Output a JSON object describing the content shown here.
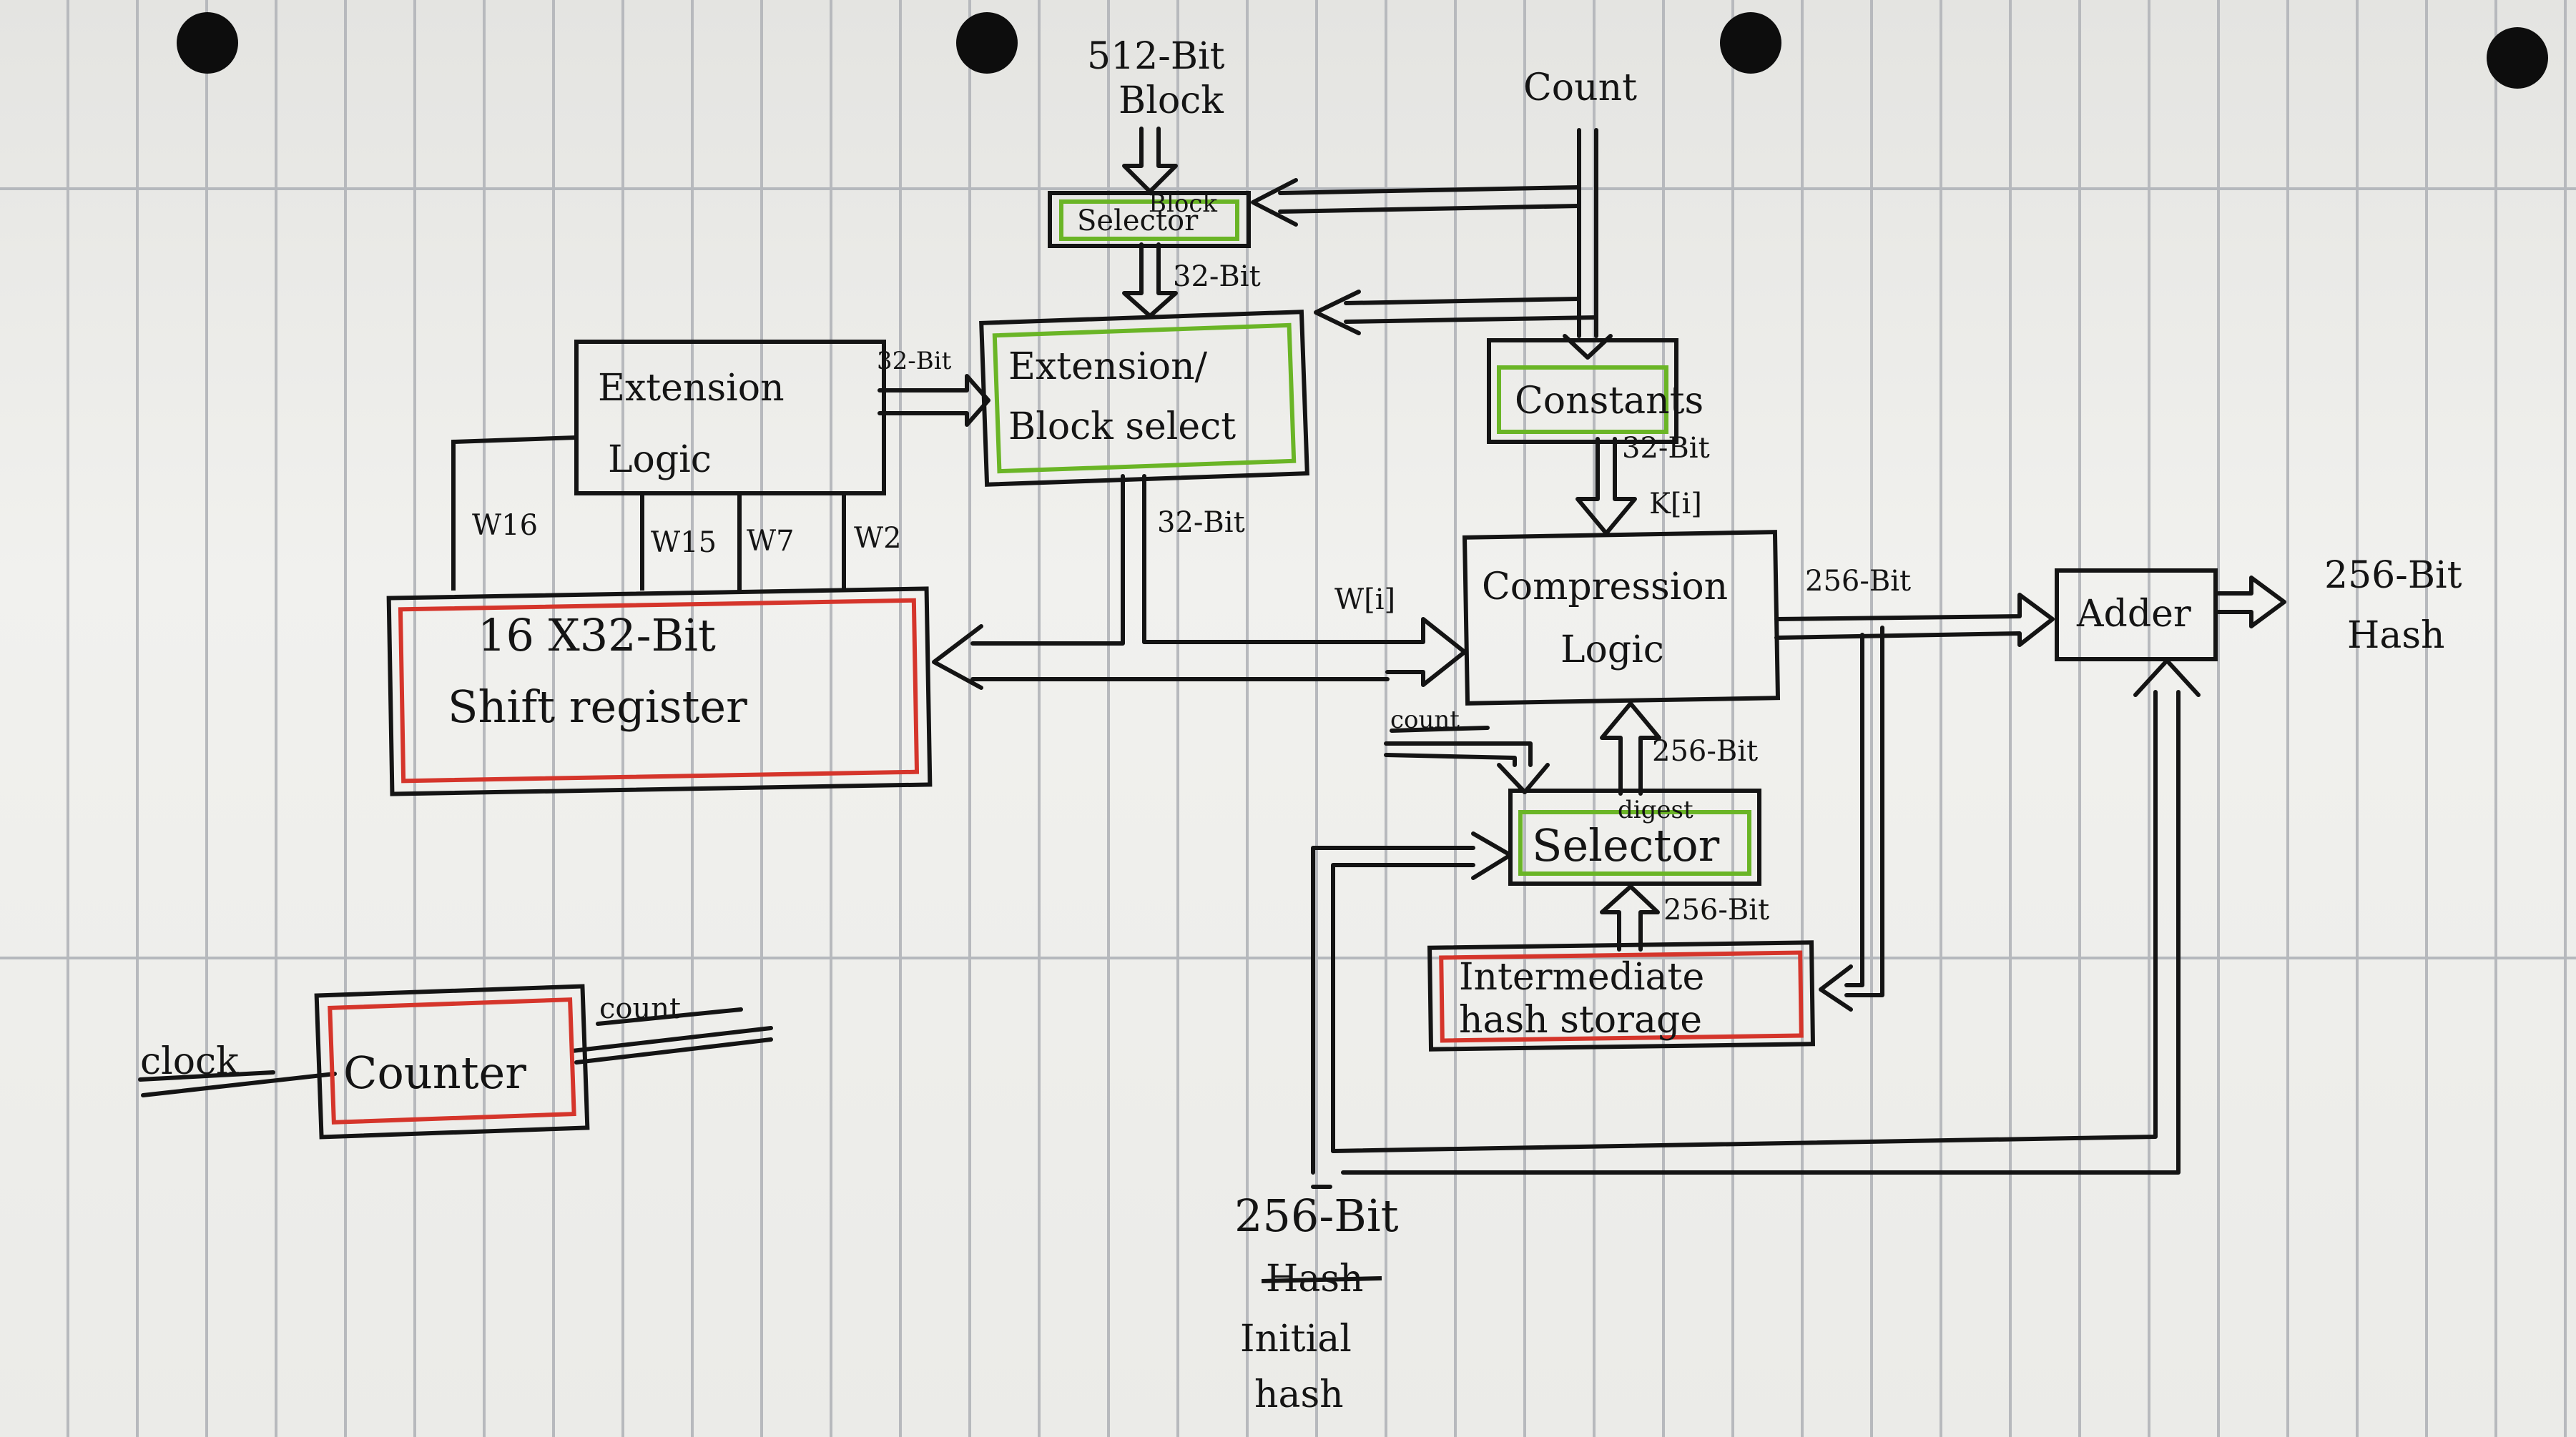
{
  "blocks": {
    "block_selector": {
      "label": "Selector",
      "overlay": "Block"
    },
    "extension_block_select": {
      "line1": "Extension/",
      "line2": "Block select"
    },
    "extension_logic": {
      "line1": "Extension",
      "line2": "Logic"
    },
    "w16": "W16",
    "w15": "W15",
    "w7": "W7",
    "w2": "W2",
    "shift_register": {
      "line1": "16 X32-Bit",
      "line2": "Shift register"
    },
    "constants": "Constants",
    "compression_logic": {
      "line1": "Compression",
      "line2": "Logic"
    },
    "digest_selector": {
      "label": "Selector",
      "overlay": "digest"
    },
    "intermediate_storage": {
      "line1": "Intermediate",
      "line2": "hash storage"
    },
    "adder": "Adder",
    "counter": "Counter"
  },
  "labels": {
    "input_block": {
      "line1": "512-Bit",
      "line2": "Block"
    },
    "count_top": "Count",
    "bits32_selector_out": "32-Bit",
    "bits32_ext_logic_out": "32-Bit",
    "bits32_ext_select_out": "32-Bit",
    "bits32_constants_out": "32-Bit",
    "k_i": "K[i]",
    "w_i": "W[i]",
    "bits256_comp_out": "256-Bit",
    "bits256_selector_out": "256-Bit",
    "bits256_storage_out": "256-Bit",
    "count_digest": "count",
    "output_hash": {
      "line1": "256-Bit",
      "line2": "Hash"
    },
    "initial_hash": {
      "line1": "256-Bit",
      "struck": "Hash",
      "line2": "Initial",
      "line3": "hash"
    },
    "clock": "clock",
    "count_counter": "count"
  },
  "colors": {
    "ink": "#141414",
    "green_highlight": "#6ab526",
    "red_highlight": "#d5352b"
  }
}
